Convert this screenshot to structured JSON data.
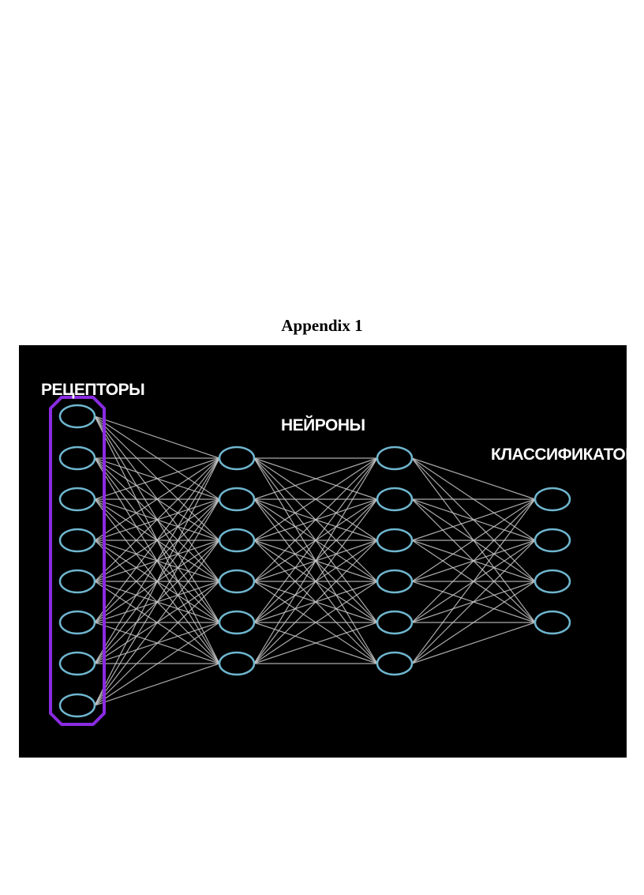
{
  "document": {
    "title": "Appendix 1"
  },
  "figure": {
    "background_color": "#000000",
    "node_stroke_color": "#6fb6cf",
    "edge_color": "#c8c8c8",
    "highlight_color": "#8a2be2",
    "layers": [
      {
        "label": "РЕЦЕПТОРЫ",
        "node_count": 8,
        "highlighted": true
      },
      {
        "label": "НЕЙРОНЫ",
        "node_count": 6,
        "highlighted": false
      },
      {
        "label": "",
        "node_count": 6,
        "highlighted": false
      },
      {
        "label": "КЛАССИФИКАТОРЫ",
        "node_count": 4,
        "highlighted": false
      }
    ],
    "connectivity": "fully-connected"
  }
}
